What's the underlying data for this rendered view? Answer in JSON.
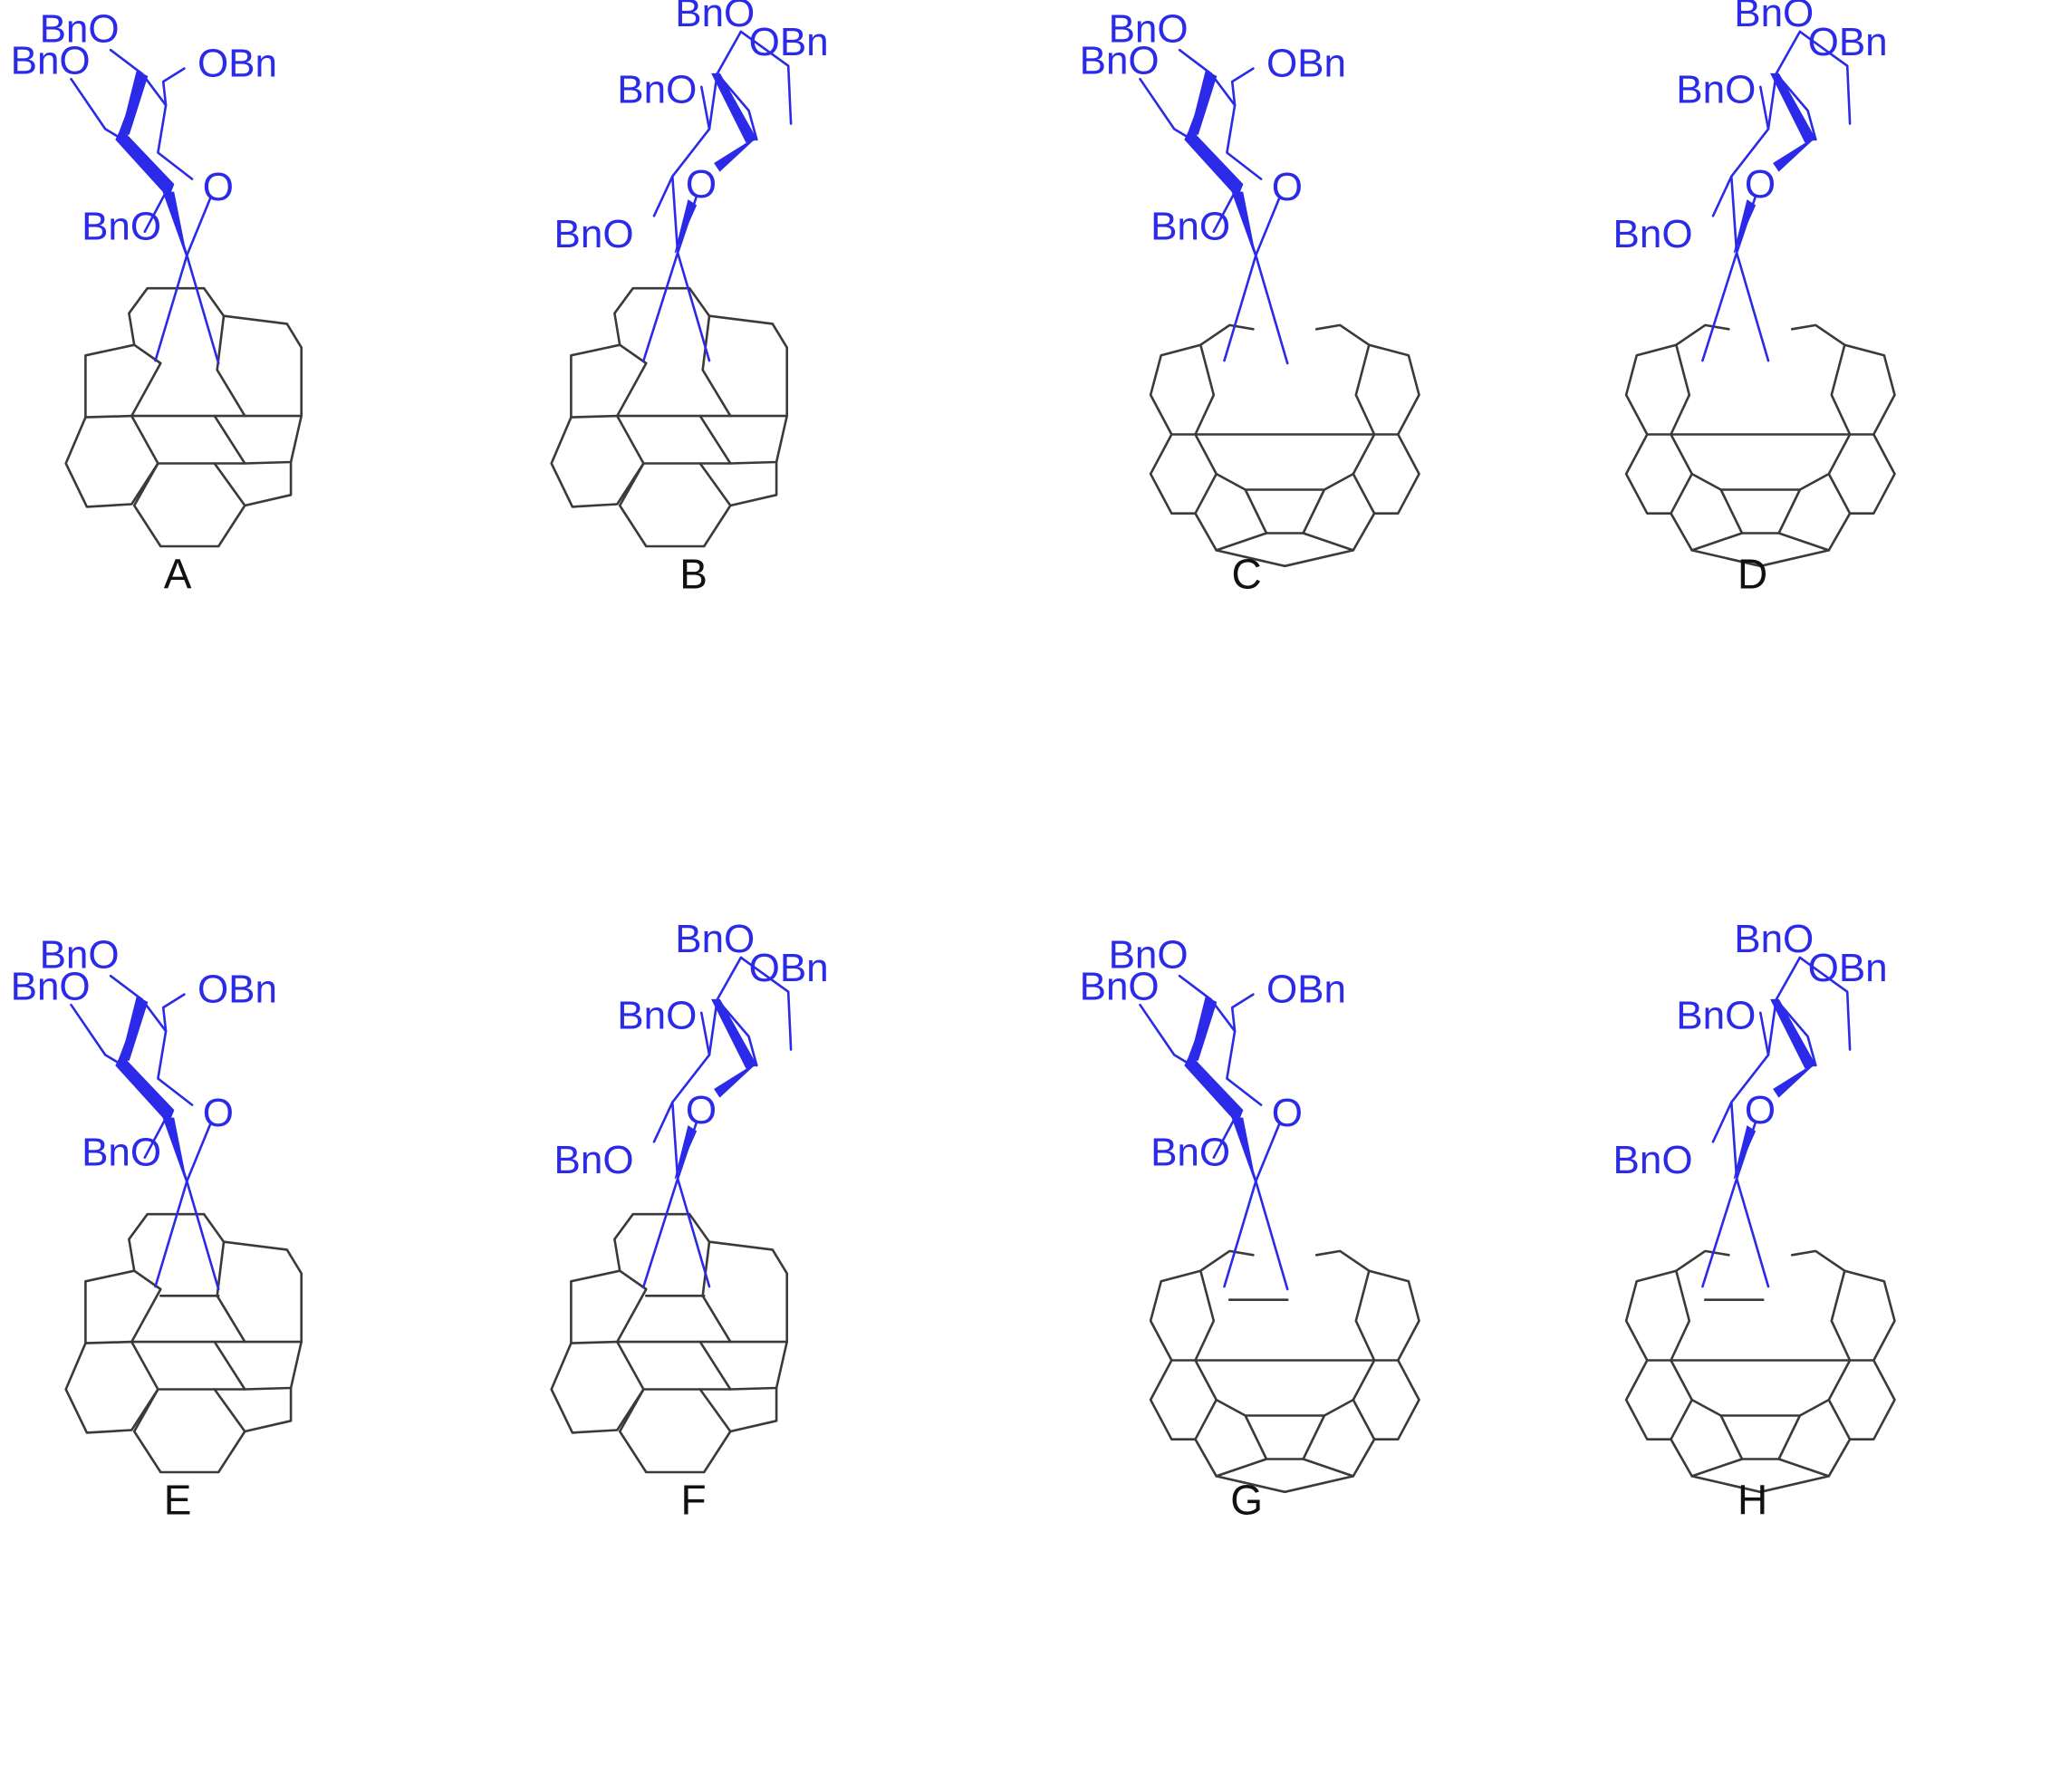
{
  "colors": {
    "sugar": "#2a2ae8",
    "core": "#3a3a3a",
    "label": "#111111"
  },
  "panels": [
    {
      "label": "A",
      "sugar": "left",
      "ring": "open",
      "core": "upper"
    },
    {
      "label": "B",
      "sugar": "right",
      "ring": "open",
      "core": "upper"
    },
    {
      "label": "C",
      "sugar": "left",
      "ring": "open",
      "core": "lower"
    },
    {
      "label": "D",
      "sugar": "right",
      "ring": "open",
      "core": "lower"
    },
    {
      "label": "E",
      "sugar": "left",
      "ring": "closed",
      "core": "upper"
    },
    {
      "label": "F",
      "sugar": "right",
      "ring": "closed",
      "core": "upper"
    },
    {
      "label": "G",
      "sugar": "left",
      "ring": "closed",
      "core": "lower"
    },
    {
      "label": "H",
      "sugar": "right",
      "ring": "closed",
      "core": "lower"
    }
  ],
  "substituents": {
    "left": [
      "BnO",
      "BnO",
      "OBn",
      "O",
      "BnO"
    ],
    "right": [
      "BnO",
      "OBn",
      "BnO",
      "O",
      "BnO"
    ]
  }
}
